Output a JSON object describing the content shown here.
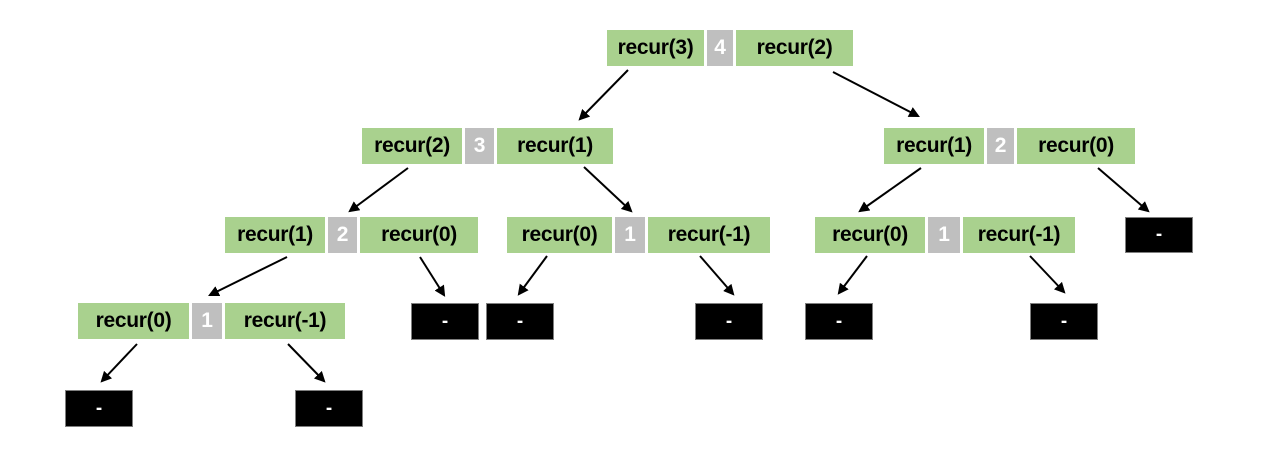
{
  "colors": {
    "call_box_green": "#a9d18e",
    "value_box_gray": "#bfbfbf",
    "base_case_black": "#000000",
    "arrow_black": "#000000",
    "background": "#ffffff"
  },
  "tree": {
    "nodes": [
      {
        "left": "recur(3)",
        "value": "4",
        "right": "recur(2)"
      },
      {
        "left": "recur(2)",
        "value": "3",
        "right": "recur(1)"
      },
      {
        "left": "recur(1)",
        "value": "2",
        "right": "recur(0)"
      },
      {
        "left": "recur(1)",
        "value": "2",
        "right": "recur(0)"
      },
      {
        "left": "recur(0)",
        "value": "1",
        "right": "recur(-1)"
      },
      {
        "left": "recur(0)",
        "value": "1",
        "right": "recur(-1)"
      },
      {
        "left": "recur(0)",
        "value": "1",
        "right": "recur(-1)"
      }
    ],
    "leaves": [
      {
        "label": "-"
      },
      {
        "label": "-"
      },
      {
        "label": "-"
      },
      {
        "label": "-"
      },
      {
        "label": "-"
      },
      {
        "label": "-"
      },
      {
        "label": "-"
      },
      {
        "label": "-"
      }
    ],
    "edges": [
      [
        "node0",
        "node1"
      ],
      [
        "node0",
        "node2"
      ],
      [
        "node1",
        "node3"
      ],
      [
        "node1",
        "node4"
      ],
      [
        "node2",
        "node5"
      ],
      [
        "node2",
        "leaf0"
      ],
      [
        "node3",
        "node6"
      ],
      [
        "node3",
        "leaf1"
      ],
      [
        "node4",
        "leaf2"
      ],
      [
        "node4",
        "leaf3"
      ],
      [
        "node5",
        "leaf4"
      ],
      [
        "node5",
        "leaf5"
      ],
      [
        "node6",
        "leaf6"
      ],
      [
        "node6",
        "leaf7"
      ]
    ]
  }
}
